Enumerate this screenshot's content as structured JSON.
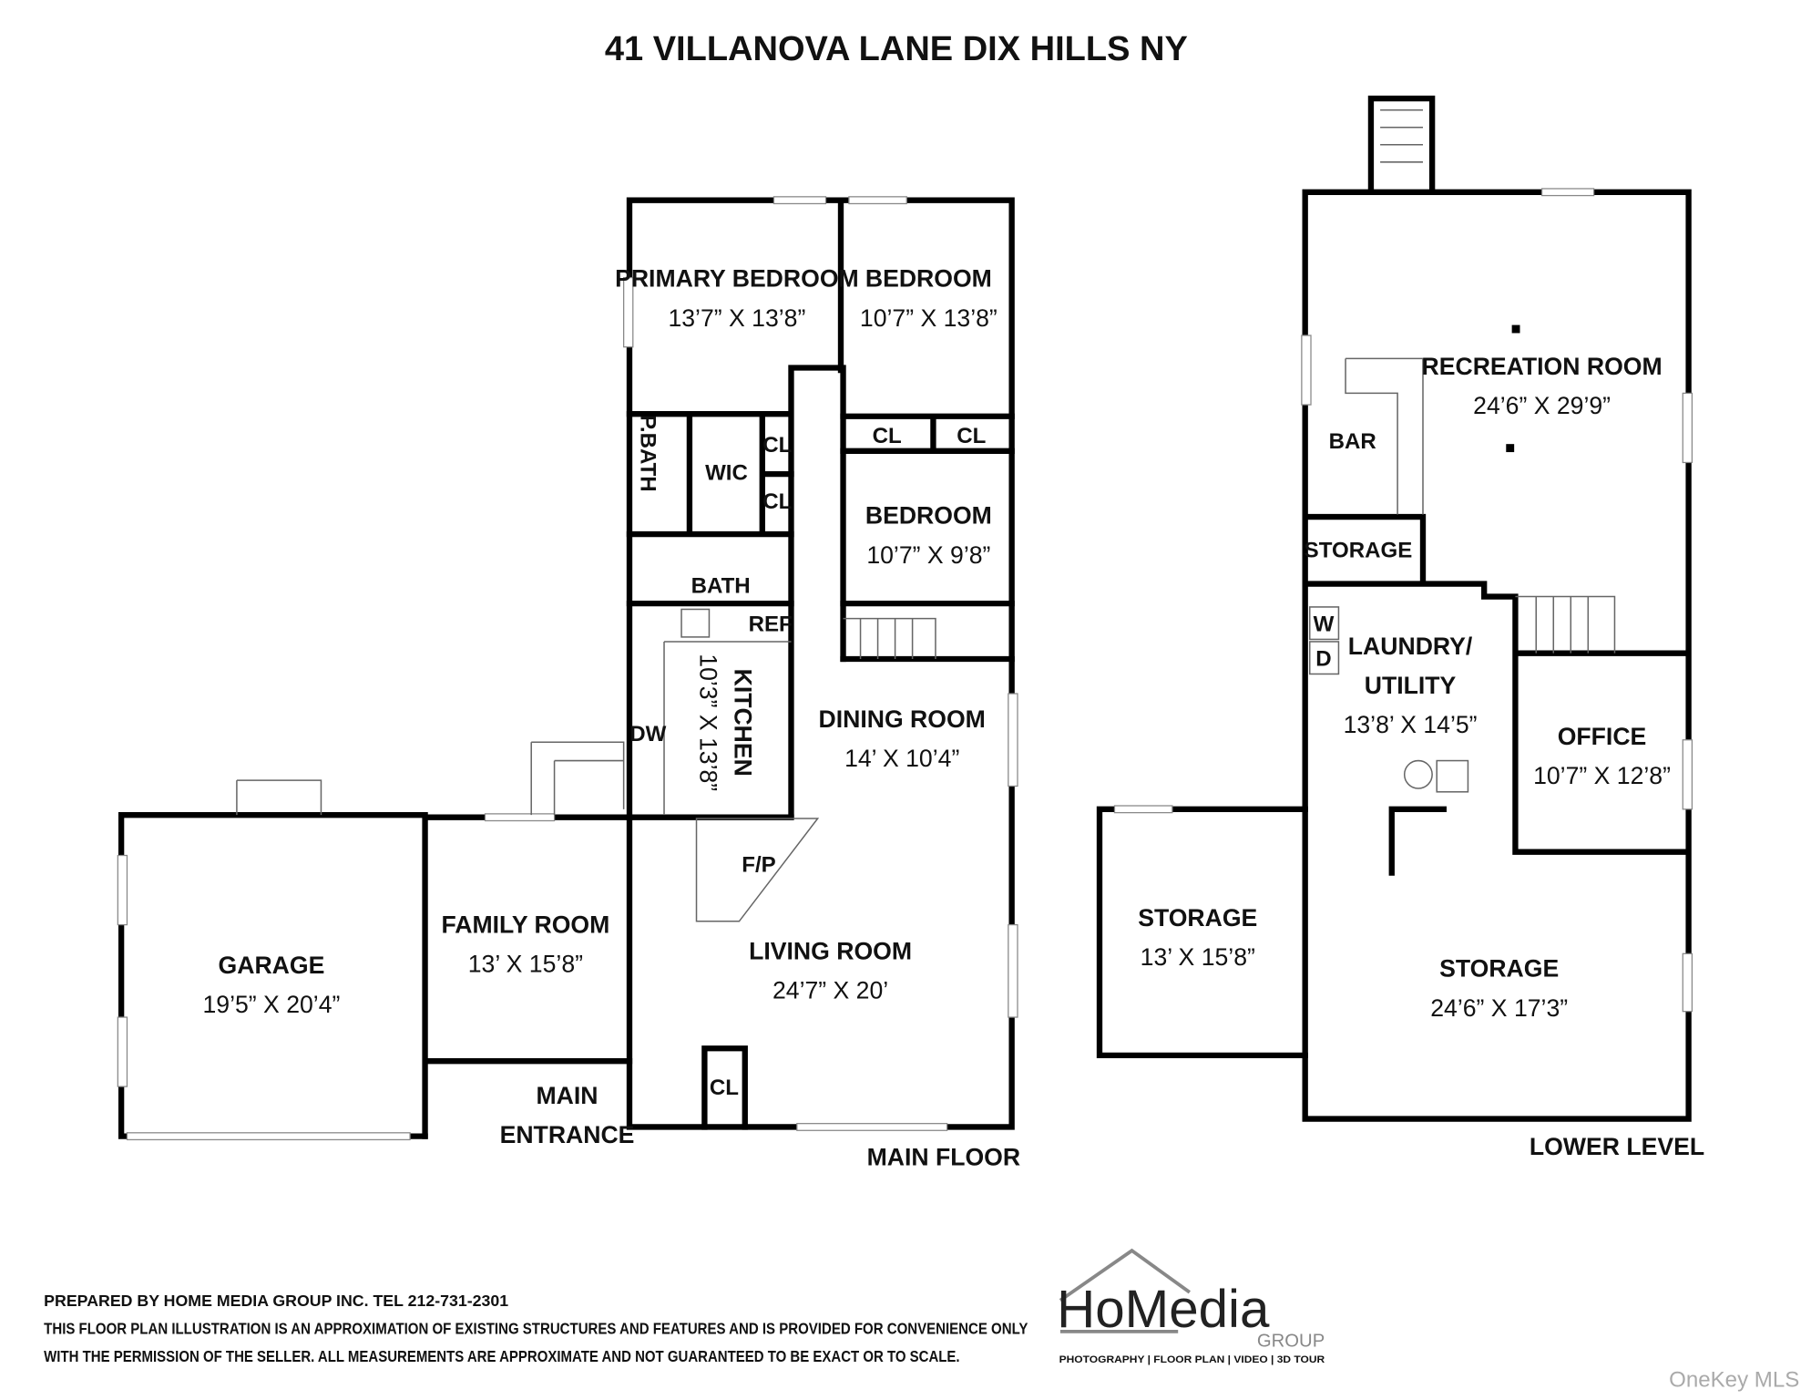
{
  "title": "41 VILLANOVA LANE DIX HILLS NY",
  "main_floor": {
    "label": "MAIN FLOOR",
    "rooms": [
      {
        "name": "PRIMARY BEDROOM",
        "dims": "13’7” X 13’8”"
      },
      {
        "name": "BEDROOM",
        "dims": "10’7” X 13’8”"
      },
      {
        "name": "BEDROOM",
        "dims": "10’7” X 9’8”"
      },
      {
        "name": "KITCHEN",
        "dims": "10’3” X 13’8”"
      },
      {
        "name": "DINING ROOM",
        "dims": "14’ X 10’4”"
      },
      {
        "name": "LIVING ROOM",
        "dims": "24’7” X 20’"
      },
      {
        "name": "FAMILY ROOM",
        "dims": "13’ X 15’8”"
      },
      {
        "name": "GARAGE",
        "dims": "19’5” X 20’4”"
      }
    ],
    "labels": {
      "pbath": "P.BATH",
      "wic": "WIC",
      "cl1": "CL",
      "cl2": "CL",
      "cl3": "CL",
      "cl4": "CL",
      "bath": "BATH",
      "ref": "REF",
      "dw": "DW",
      "fp": "F/P",
      "cl5": "CL",
      "entrance_1": "MAIN",
      "entrance_2": "ENTRANCE"
    }
  },
  "lower_level": {
    "label": "LOWER LEVEL",
    "rooms": [
      {
        "name": "RECREATION ROOM",
        "dims": "24’6” X 29’9”"
      },
      {
        "name": "OFFICE",
        "dims": "10’7” X 12’8”"
      },
      {
        "name": "LAUNDRY/",
        "name2": "UTILITY",
        "dims": "13’8’ X 14’5”"
      },
      {
        "name": "STORAGE",
        "dims": "13’ X 15’8”"
      },
      {
        "name": "STORAGE",
        "dims": "24’6” X 17’3”"
      }
    ],
    "labels": {
      "bar": "BAR",
      "storage": "STORAGE",
      "washer": "W",
      "dryer": "D"
    }
  },
  "footer": {
    "line1": "PREPARED BY  HOME MEDIA GROUP INC.  TEL 212-731-2301",
    "line2": "THIS FLOOR PLAN ILLUSTRATION IS AN APPROXIMATION OF EXISTING STRUCTURES AND FEATURES AND IS PROVIDED FOR CONVENIENCE ONLY",
    "line3": "WITH THE PERMISSION OF THE SELLER. ALL MEASUREMENTS ARE APPROXIMATE AND NOT GUARANTEED TO BE EXACT OR TO SCALE."
  },
  "logo": {
    "brand": "HoMedia",
    "group": "GROUP",
    "tagline": "PHOTOGRAPHY | FLOOR PLAN | VIDEO | 3D TOUR"
  },
  "watermark": "OneKey MLS"
}
